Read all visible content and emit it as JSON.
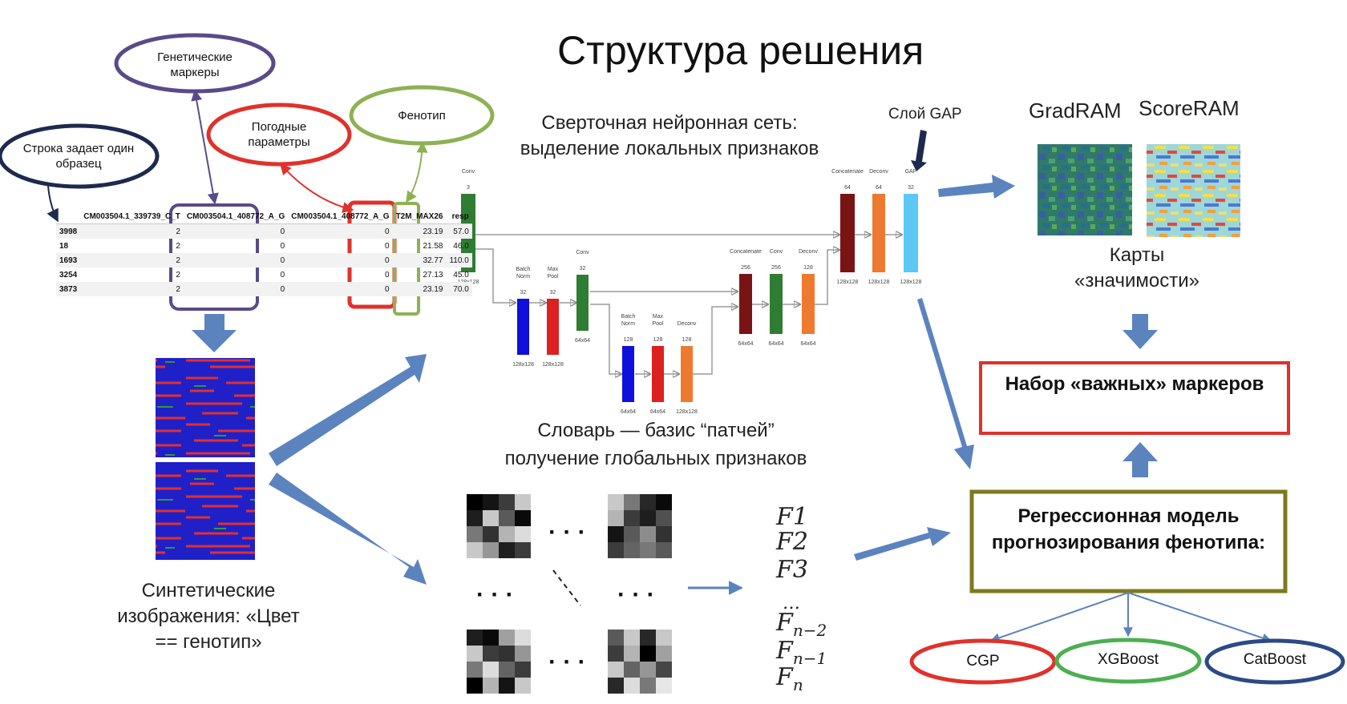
{
  "slide": {
    "title": "Структура решения"
  },
  "callouts": {
    "sample_row": "Строка задает один образец",
    "genetic_markers": "Генетические маркеры",
    "weather_params": "Погодные параметры",
    "phenotype": "Фенотип"
  },
  "table": {
    "columns": [
      "",
      "CM003504.1_339739_C_T",
      "CM003504.1_408772_A_G",
      "CM003504.1_408772_A_G",
      "T2M_MAX26",
      "resp"
    ],
    "rows": [
      [
        "3998",
        "2",
        "0",
        "0",
        "23.19",
        "57.0"
      ],
      [
        "18",
        "2",
        "0",
        "0",
        "21.58",
        "46.0"
      ],
      [
        "1693",
        "2",
        "0",
        "0",
        "32.77",
        "110.0"
      ],
      [
        "3254",
        "2",
        "0",
        "0",
        "27.13",
        "45.0"
      ],
      [
        "3873",
        "2",
        "0",
        "0",
        "23.19",
        "70.0"
      ]
    ]
  },
  "synthetic": {
    "caption": "Синтетические изображения: «Цвет == генотип»"
  },
  "cnn": {
    "caption_line1": "Сверточная нейронная сеть:",
    "caption_line2": "выделение локальных признаков",
    "gap_label": "Слой GAP",
    "layers": [
      {
        "name": "Conv",
        "ch": "3",
        "size": "128x128",
        "color": "#2e7d32"
      },
      {
        "name": "Batch Norm",
        "ch": "32",
        "size": "128x128",
        "color": "#1010dd"
      },
      {
        "name": "Max Pool",
        "ch": "32",
        "size": "128x128",
        "color": "#dd2020"
      },
      {
        "name": "Conv",
        "ch": "32",
        "size": "64x64",
        "color": "#2e7d32"
      },
      {
        "name": "Batch Norm",
        "ch": "128",
        "size": "64x64",
        "color": "#1010dd"
      },
      {
        "name": "Max Pool",
        "ch": "128",
        "size": "64x64",
        "color": "#dd2020"
      },
      {
        "name": "Deconv",
        "ch": "128",
        "size": "128x128",
        "color": "#ee7a30"
      },
      {
        "name": "Concatenate",
        "ch": "256",
        "size": "64x64",
        "color": "#7a1414"
      },
      {
        "name": "Conv",
        "ch": "256",
        "size": "64x64",
        "color": "#2e7d32"
      },
      {
        "name": "Deconv",
        "ch": "128",
        "size": "64x64",
        "color": "#ee7a30"
      },
      {
        "name": "Concatenate",
        "ch": "64",
        "size": "128x128",
        "color": "#7a1414"
      },
      {
        "name": "Deconv",
        "ch": "64",
        "size": "128x128",
        "color": "#ee7a30"
      },
      {
        "name": "GAP",
        "ch": "32",
        "size": "128x128",
        "color": "#5bc8f5"
      }
    ]
  },
  "saliency": {
    "method1": "GradRAM",
    "method2": "ScoreRAM",
    "caption": "Карты «значимости»"
  },
  "dictionary": {
    "caption_line1": "Словарь — базис “патчей”",
    "caption_line2": "получение глобальных признаков",
    "dots": "· · ·",
    "features": {
      "f1": "F1",
      "f2": "F2",
      "f3": "F3",
      "ellipsis": "…",
      "fn2_base": "F",
      "fn2_sub": "n−2",
      "fn1_base": "F",
      "fn1_sub": "n−1",
      "fn_base": "F",
      "fn_sub": "n"
    }
  },
  "important_markers": {
    "label": "Набор «важных» маркеров"
  },
  "regression": {
    "label": "Регрессионная модель прогнозирования фенотипа:",
    "models": [
      "CGP",
      "XGBoost",
      "CatBoost"
    ]
  },
  "colors": {
    "arrow_blue": "#5b83be",
    "purple": "#5a4a8a",
    "red": "#e0312b",
    "green": "#8eb153",
    "navy": "#1d2a4e",
    "olive": "#7d7a1e",
    "cgp_red": "#e0312b",
    "xgb_green": "#4caf50",
    "cat_navy": "#2b4a86"
  }
}
